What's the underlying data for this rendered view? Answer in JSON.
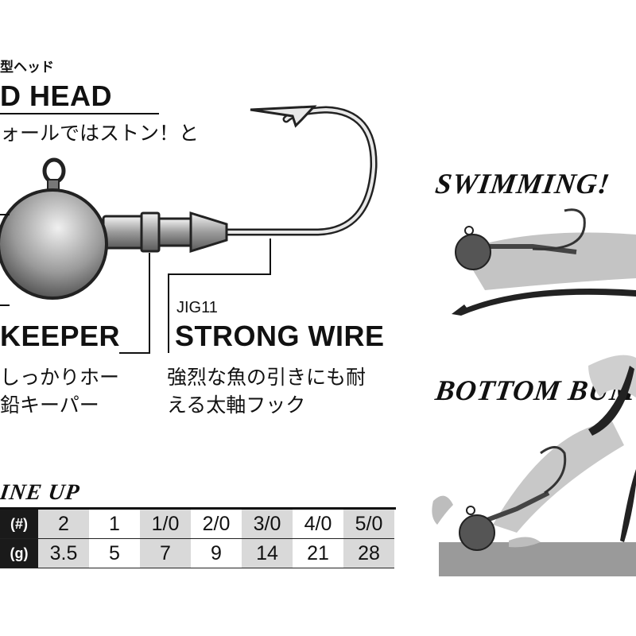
{
  "head_callout": {
    "subtitle_jp": "型ヘッド",
    "title": "D HEAD",
    "desc_jp": "ォールではストン！と"
  },
  "keeper_callout": {
    "title": "KEEPER",
    "desc_line1": "しっかりホー",
    "desc_line2": "鉛キーパー"
  },
  "wire_callout": {
    "code": "JIG11",
    "title": "STRONG WIRE",
    "desc_line1": "強烈な魚の引きにも耐",
    "desc_line2": "える太軸フック"
  },
  "action_labels": {
    "swimming": "SWIMMING!",
    "bottom": "BOTTOM BUM"
  },
  "lineup": {
    "title": "INE UP",
    "size_label": "(#)",
    "weight_label": "(g)",
    "sizes": [
      "2",
      "1",
      "1/0",
      "2/0",
      "3/0",
      "4/0",
      "5/0"
    ],
    "weights": [
      "3.5",
      "5",
      "7",
      "9",
      "14",
      "21",
      "28"
    ],
    "shaded": [
      true,
      false,
      true,
      false,
      true,
      false,
      true
    ]
  },
  "colors": {
    "ink": "#111111",
    "shade": "#d9d9d9",
    "shadow": "#bfbfbf",
    "label_bg": "#1a1a1a"
  }
}
